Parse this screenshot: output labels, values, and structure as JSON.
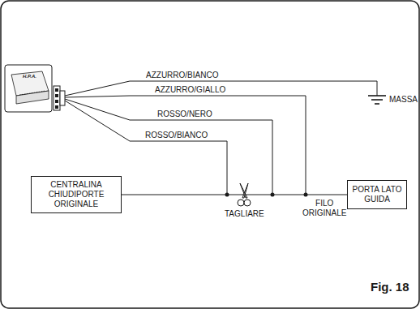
{
  "diagram": {
    "caption": "Fig. 18",
    "nodes": [
      {
        "text": [
          "CENTRALINA CHIUDIPORTE ORIGINALE"
        ]
      },
      {
        "text": [
          "PORTA LATO GUIDA"
        ]
      }
    ],
    "edges": [
      {
        "from": 0,
        "to": 1,
        "arrow": "none"
      }
    ],
    "labels": [
      "H.P.A.",
      "AZZURRO/BIANCO",
      "AZZURRO/GIALLO",
      "ROSSO/NERO",
      "ROSSO/BIANCO",
      "MASSA",
      "TAGLIARE",
      "FILO ORIGINALE"
    ]
  }
}
